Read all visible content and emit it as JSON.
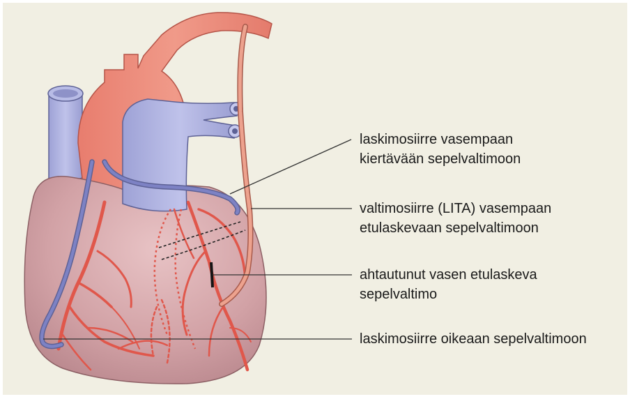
{
  "labels": {
    "bypass_circumflex": {
      "line1": "laskimosiirre vasempaan",
      "line2": "kiertävään sepelvaltimoon"
    },
    "lita_graft": {
      "line1": "valtimosiirre (LITA) vasempaan",
      "line2": "etulaskevaan sepelvaltimoon"
    },
    "stenosis": {
      "line1": "ahtautunut vasen etulaskeva",
      "line2": "sepelvaltimo"
    },
    "bypass_right": {
      "line1": "laskimosiirre oikeaan sepelvaltimoon"
    }
  },
  "colors": {
    "background": "#f1efe3",
    "heart": "#d4a1a4",
    "aorta": "#ee8f80",
    "vein": "#a7aad8",
    "artery": "#e0574b",
    "vein_graft": "#6e74b8",
    "lita": "#e99a84"
  }
}
